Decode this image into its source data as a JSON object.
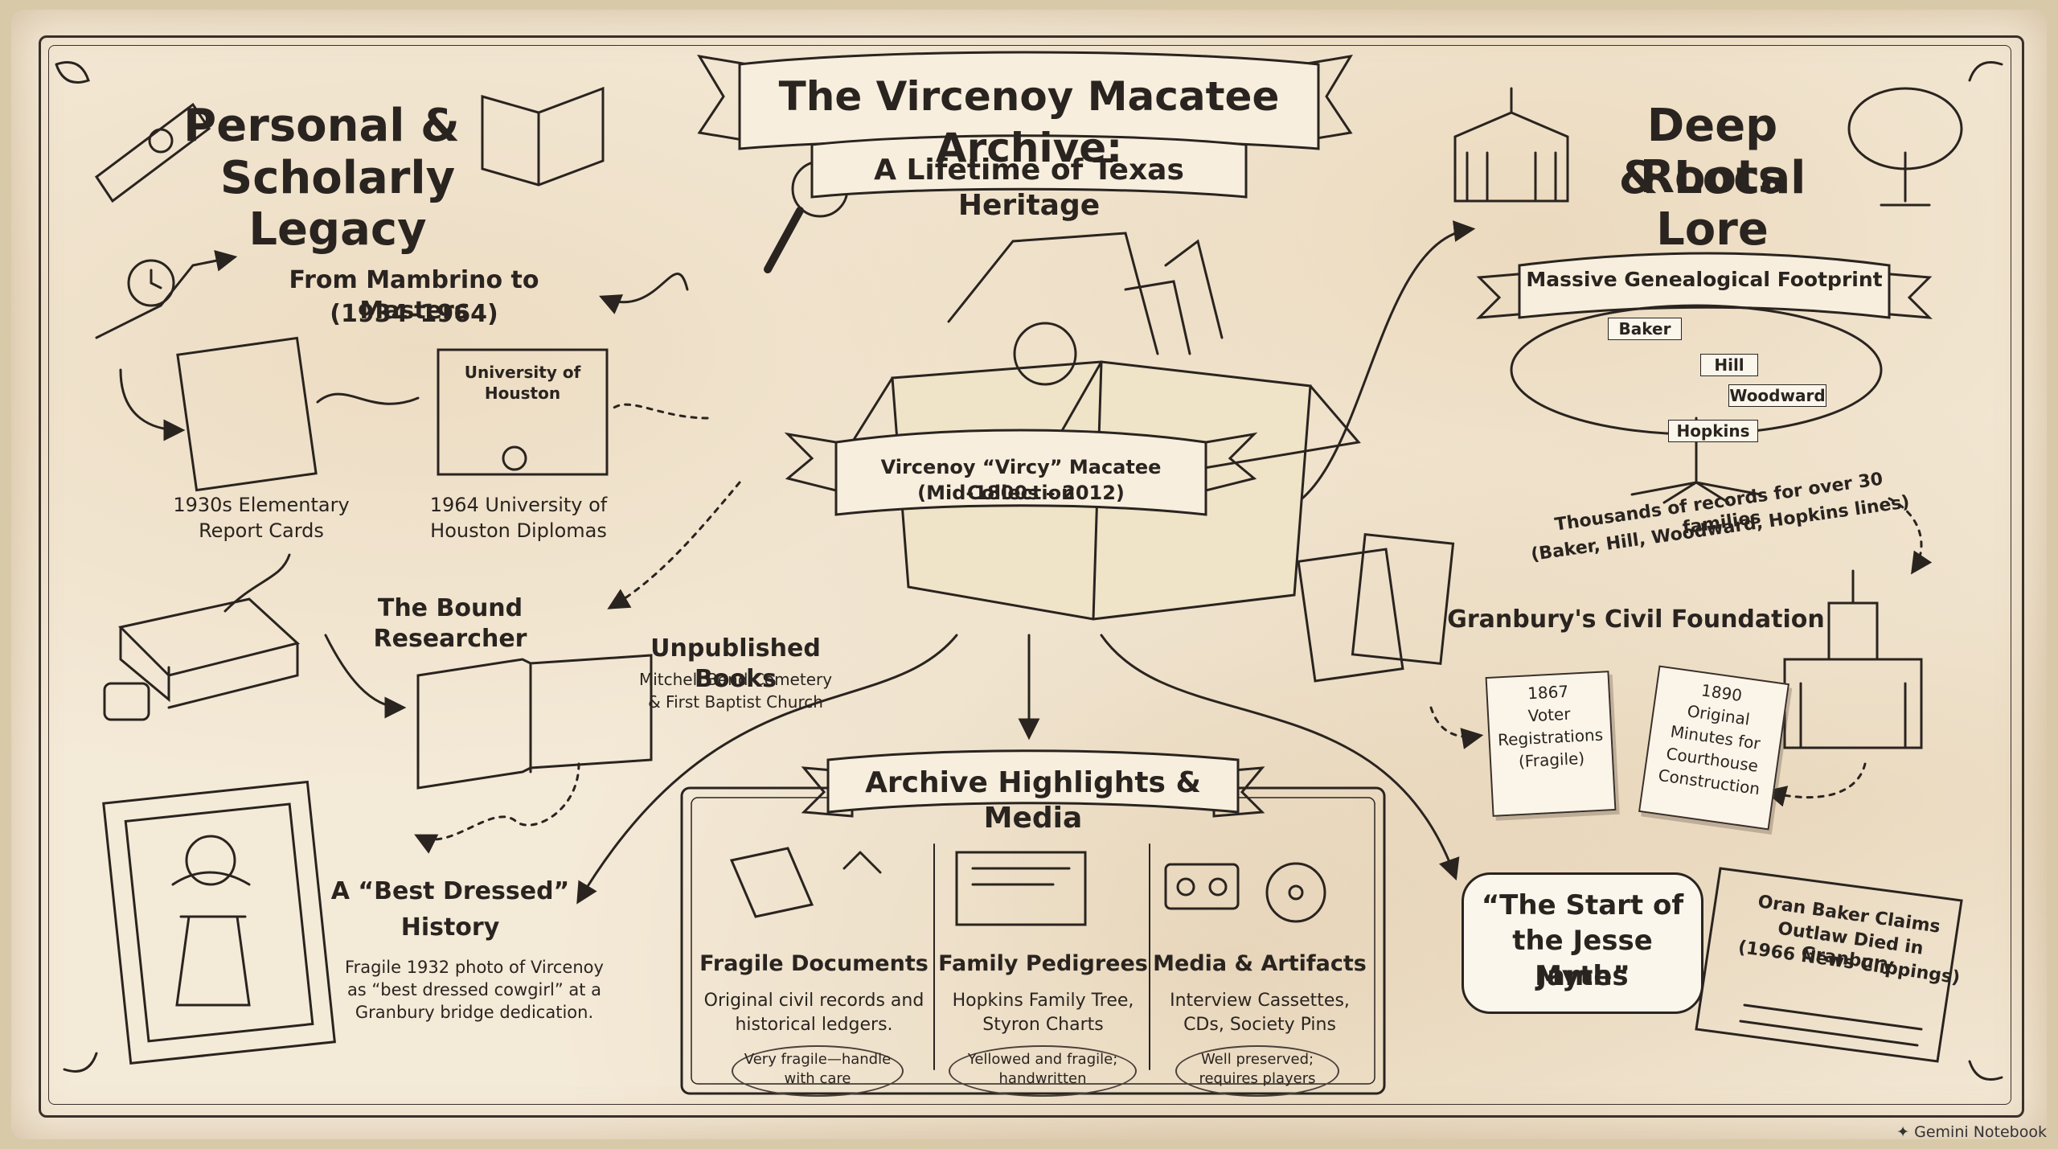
{
  "header": {
    "title": "The Vircenoy Macatee Archive:",
    "subtitle": "A Lifetime of Texas Heritage"
  },
  "center": {
    "label_line1": "Vircenoy “Vircy” Macatee Collection",
    "label_line2": "(Mid-1800s – 2012)"
  },
  "left": {
    "title_line1": "Personal &",
    "title_line2": "Scholarly Legacy",
    "mambrino_title_line1": "From Mambrino to Masters",
    "mambrino_title_line2": "(1934–1964)",
    "report_cards_line1": "1930s Elementary",
    "report_cards_line2": "Report Cards",
    "diploma_line1": "1964 University of",
    "diploma_line2": "Houston Diplomas",
    "diploma_heading": "University of Houston",
    "bound_title": "The Bound Researcher",
    "unpublished_title": "Unpublished Books",
    "unpublished_line1": "Mitchell Bend Cemetery",
    "unpublished_line2": "& First Baptist Church",
    "best_dressed_line1": "A “Best Dressed”",
    "best_dressed_line2": "History",
    "photo_line1": "Fragile 1932 photo of Vircenoy",
    "photo_line2": "as “best dressed cowgirl” at a",
    "photo_line3": "Granbury bridge dedication."
  },
  "right": {
    "title_line1": "Deep Roots",
    "title_line2": "& Local Lore",
    "genealogy_banner": "Massive Genealogical Footprint",
    "tree_names": [
      "Baker",
      "Hill",
      "Woodward",
      "Hopkins"
    ],
    "records_line1": "Thousands of records for over 30 families",
    "records_line2": "(Baker, Hill, Woodward, Hopkins lines)",
    "granbury_title": "Granbury's Civil Foundation",
    "note1": [
      "1867",
      "Voter",
      "Registrations",
      "(Fragile)"
    ],
    "note2": [
      "1890",
      "Original",
      "Minutes for",
      "Courthouse",
      "Construction"
    ],
    "jesse_line1": "“The Start of",
    "jesse_line2": "the Jesse James",
    "jesse_line3": "Myth”",
    "clipping_line1": "Oran Baker Claims",
    "clipping_line2": "Outlaw Died in Granbury",
    "clipping_line3": "(1966 News Clippings)"
  },
  "highlights": {
    "title": "Archive Highlights & Media",
    "col1_title": "Fragile Documents",
    "col1_line1": "Original civil records and",
    "col1_line2": "historical ledgers.",
    "col1_note_line1": "Very fragile—handle",
    "col1_note_line2": "with care",
    "col2_title": "Family Pedigrees",
    "col2_line1": "Hopkins Family Tree,",
    "col2_line2": "Styron Charts",
    "col2_note_line1": "Yellowed and fragile;",
    "col2_note_line2": "handwritten",
    "col3_title": "Media & Artifacts",
    "col3_line1": "Interview Cassettes,",
    "col3_line2": "CDs, Society Pins",
    "col3_note_line1": "Well preserved;",
    "col3_note_line2": "requires players"
  },
  "watermark": "Gemini Notebook",
  "colors": {
    "parchment": "#f4ead8",
    "ink": "#2a2420",
    "box": "#e8dcc2"
  }
}
